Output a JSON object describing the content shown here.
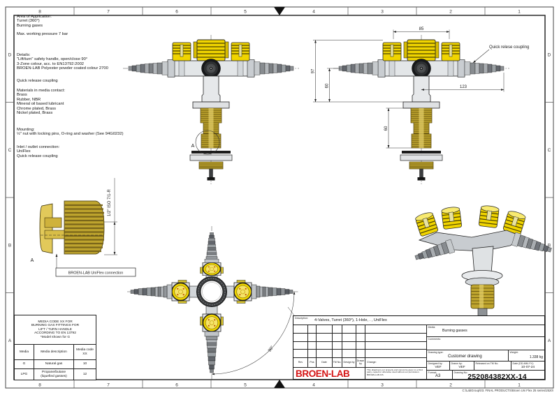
{
  "frame": {
    "cols": [
      "8",
      "7",
      "6",
      "5",
      "4",
      "3",
      "2",
      "1"
    ],
    "rows": [
      "D",
      "C",
      "B",
      "A"
    ],
    "footer_path": "C:\\LabGroup\\03. FINAL PRODUCTS\\Broen Uni Flex 25 series\\2520\\"
  },
  "notes": {
    "g0": {
      "l0": "Area of Application:",
      "l1": "Turret (360°)",
      "l2": "Burning gases"
    },
    "g1": {
      "l0": "Max. working pressure 7 bar"
    },
    "g2": {
      "l0": "Details:",
      "l1": "\"Lift/turn\" safety handle, open/close 90°",
      "l2": "3-Zone colour, acc. to EN13792:2002",
      "l3": "BROEN-LAB Polyester powder coated colour 2700"
    },
    "g3": {
      "l0": "Quick release coupling"
    },
    "g4": {
      "l0": "Materials in media contact:",
      "l1": "Brass",
      "l2": "Rubber, NBR",
      "l3": "Mineral oil based lubricant",
      "l4": "Chrome plated, Brass",
      "l5": "Nickel plated, Brass"
    },
    "g5": {
      "l0": "Mounting:",
      "l1": "½\" nut with locking pins, O-ring and washer (See 94G0232)"
    },
    "g6": {
      "l0": "Inlet / outlet connection:",
      "l1": "UniFlex",
      "l2": "Quick release coupling"
    }
  },
  "dims": {
    "d85": "85",
    "d97": "97",
    "d60_upper": "60",
    "d123": "123",
    "d60_lower": "60",
    "angle": "90°"
  },
  "callouts": {
    "quick_release": "Quick relese coupling",
    "iso_thread": "1/2\" ISO 7/1-R",
    "uniflex": "BROEN-LAB UniFlex connection",
    "detail_mark_front": "A",
    "detail_mark_detail": "A"
  },
  "media_table": {
    "title": {
      "l0": "MEDIA CODE XX FOR",
      "l1": "BURNING GAS FITTINGS FOR",
      "l2": "LIFT / TURN  HANDLE",
      "l3": "ACCORDING TO EN 13792",
      "l4": "*Model shown for G"
    },
    "headers": {
      "media": "Media",
      "description": "Media description",
      "code": "Media code XX"
    },
    "rows": {
      "r0": {
        "media": "G",
        "description": "Natural gas",
        "code": "10"
      },
      "r1": {
        "media": "LPG",
        "description": "Propane/butane (liquefied gasses)",
        "code": "12"
      }
    }
  },
  "title_block": {
    "description_label": "Description:",
    "description": "4-Valves, Turret (360°), 1-Hole, . , UniFlex",
    "rev_headers": {
      "rev": "Rev",
      "pos": "Pos",
      "date": "Date",
      "tm": "TM No.",
      "design": "Design by",
      "drawn": "Drawn by",
      "change": "Change:"
    },
    "logo": "BROEN-LAB",
    "disclaimer": "This drawing is our property and cannot be given to a third party, copied or otherwise used without our permission.  BROEN-LAB A/S.",
    "media_label": "Media:",
    "media": "Burning gasses",
    "comments_label": "Comments:",
    "drawing_type_label": "Drawing type:",
    "drawing_type": "Customer drawing",
    "weight_label": "Weight:",
    "weight": "1.338 kg",
    "designed_by_label": "Designed by:",
    "designed_by": "VEF",
    "drawn_by_label": "Drawn by:",
    "drawn_by": "VEF",
    "released_label": "Released on TM No.",
    "date_label": "Date (DD-MM-YY):",
    "date": "10-07-24",
    "format_label": "Format:",
    "format": "A3",
    "drawing_no_label": "Drawing No.:",
    "drawing_no": "252084382XX-14"
  },
  "colors": {
    "logo_red": "#d41414",
    "handle_yellow": "#f0d400",
    "brass": "#bfa52e",
    "metal_gray": "#c8ccd0"
  }
}
